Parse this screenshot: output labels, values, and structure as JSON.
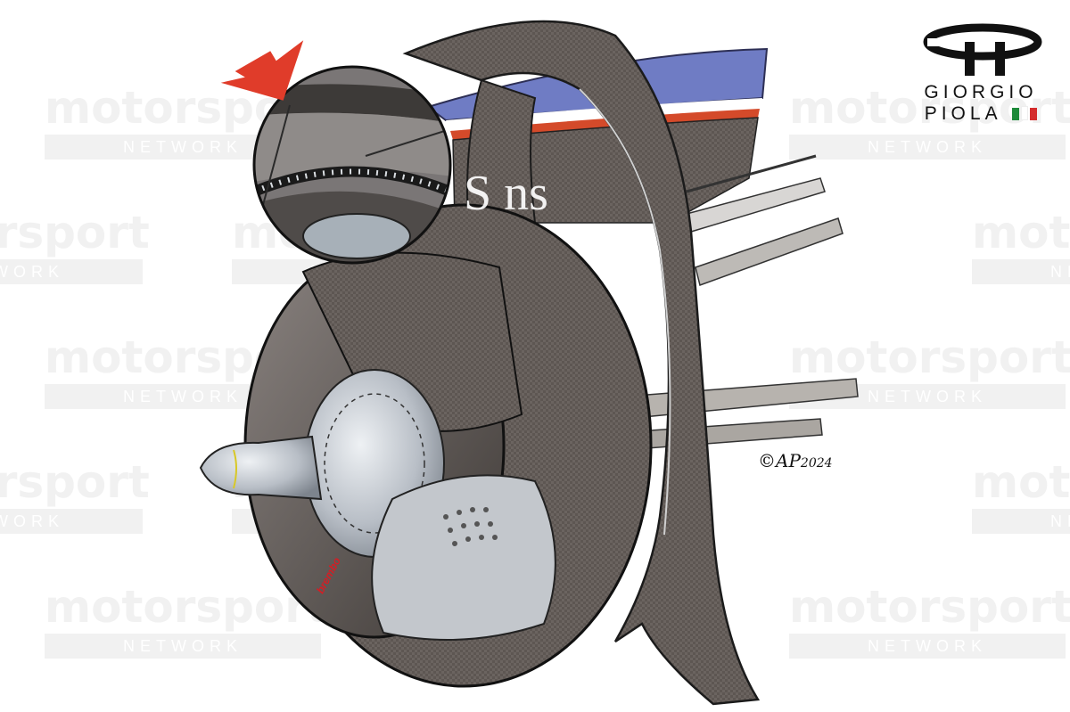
{
  "image": {
    "subject": "F1 front brake assembly technical illustration",
    "inset": {
      "description": "Zoomed detail of brake duct drum with perforated ring",
      "arrow_color": "#e03c2a"
    }
  },
  "watermarks": {
    "brand": "motorsport",
    "sub": "NETWORK",
    "positions": [
      [
        50,
        95
      ],
      [
        885,
        95
      ],
      [
        -150,
        235
      ],
      [
        260,
        235
      ],
      [
        1090,
        235
      ],
      [
        50,
        375
      ],
      [
        885,
        375
      ],
      [
        -150,
        515
      ],
      [
        260,
        515
      ],
      [
        1090,
        515
      ],
      [
        50,
        655
      ],
      [
        885,
        655
      ]
    ]
  },
  "logo": {
    "line1": "GIORGIO",
    "line2": "PIOLA",
    "flag_colors": [
      "#1e8a3a",
      "#ffffff",
      "#d42b2b"
    ]
  },
  "signature": {
    "text": "©AP",
    "year": "2024"
  },
  "labels": {
    "caliper_brand": "brembo",
    "livery_text": "S        ns"
  },
  "colors": {
    "livery_blue": "#6f7cc4",
    "livery_red": "#d44a2a",
    "carbon": "#5a534f",
    "metal": "#c7ccd2"
  }
}
